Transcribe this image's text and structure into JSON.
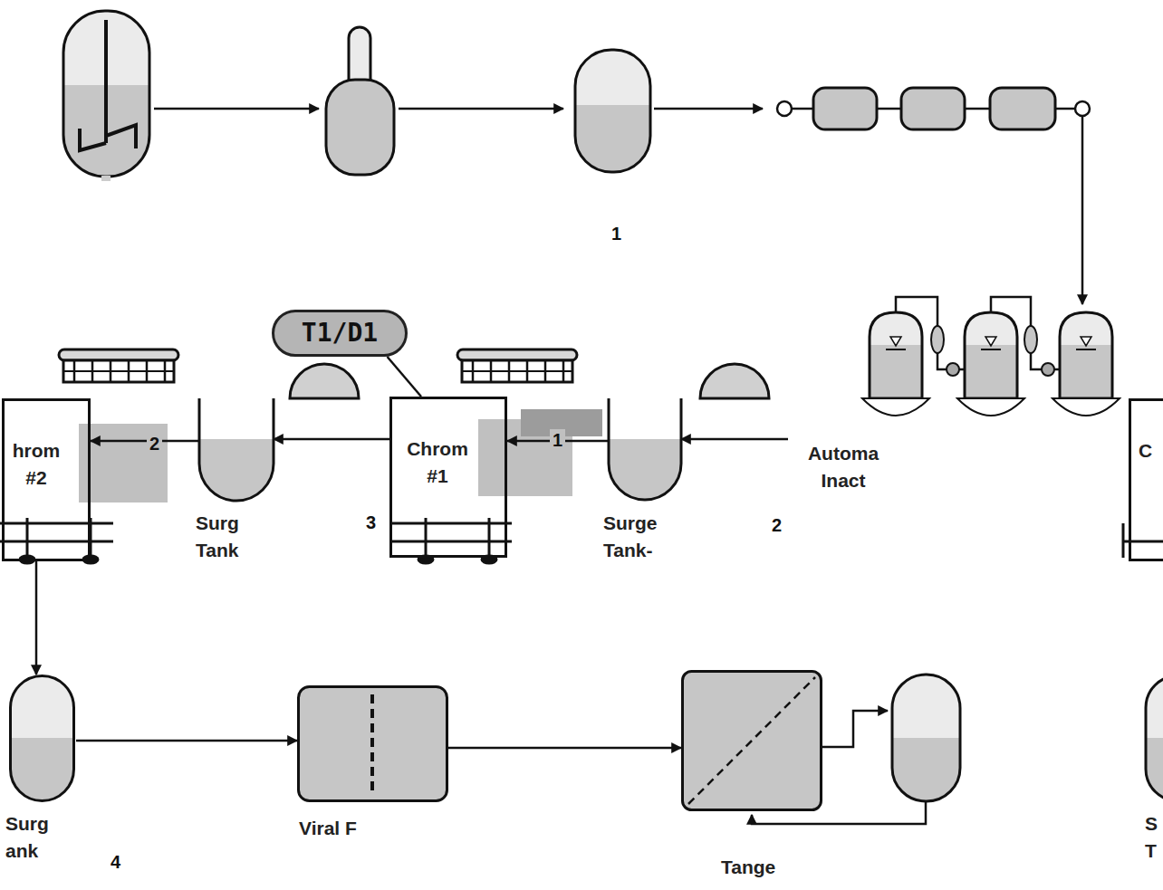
{
  "diagram": {
    "nodes": [
      {
        "text": [
          "T1/D1"
        ]
      },
      {
        "text": [
          "hrom #2"
        ]
      },
      {
        "text": [
          "Surg Tank"
        ]
      },
      {
        "text": [
          "Chrom #1"
        ]
      },
      {
        "text": [
          "Surge Tank-"
        ]
      },
      {
        "text": [
          "Automa Inact"
        ]
      },
      {
        "text": [
          "C"
        ]
      },
      {
        "text": [
          "Surg ank"
        ]
      },
      {
        "text": [
          "Viral F"
        ]
      },
      {
        "text": [
          "Tange"
        ]
      },
      {
        "text": [
          "S T"
        ]
      }
    ],
    "edges": [
      {
        "from": 5,
        "to": 4,
        "arrow": "to"
      },
      {
        "from": 4,
        "to": 3,
        "arrow": "to"
      },
      {
        "from": 3,
        "to": 2,
        "arrow": "to"
      },
      {
        "from": 2,
        "to": 1,
        "arrow": "to"
      },
      {
        "from": 1,
        "to": 7,
        "arrow": "to"
      },
      {
        "from": 7,
        "to": 8,
        "arrow": "to"
      },
      {
        "from": 8,
        "to": 9,
        "arrow": "to"
      },
      {
        "from": 0,
        "to": 3,
        "arrow": "none"
      }
    ],
    "labels": [
      "1",
      "2",
      "1",
      "3",
      "2",
      "4"
    ]
  }
}
